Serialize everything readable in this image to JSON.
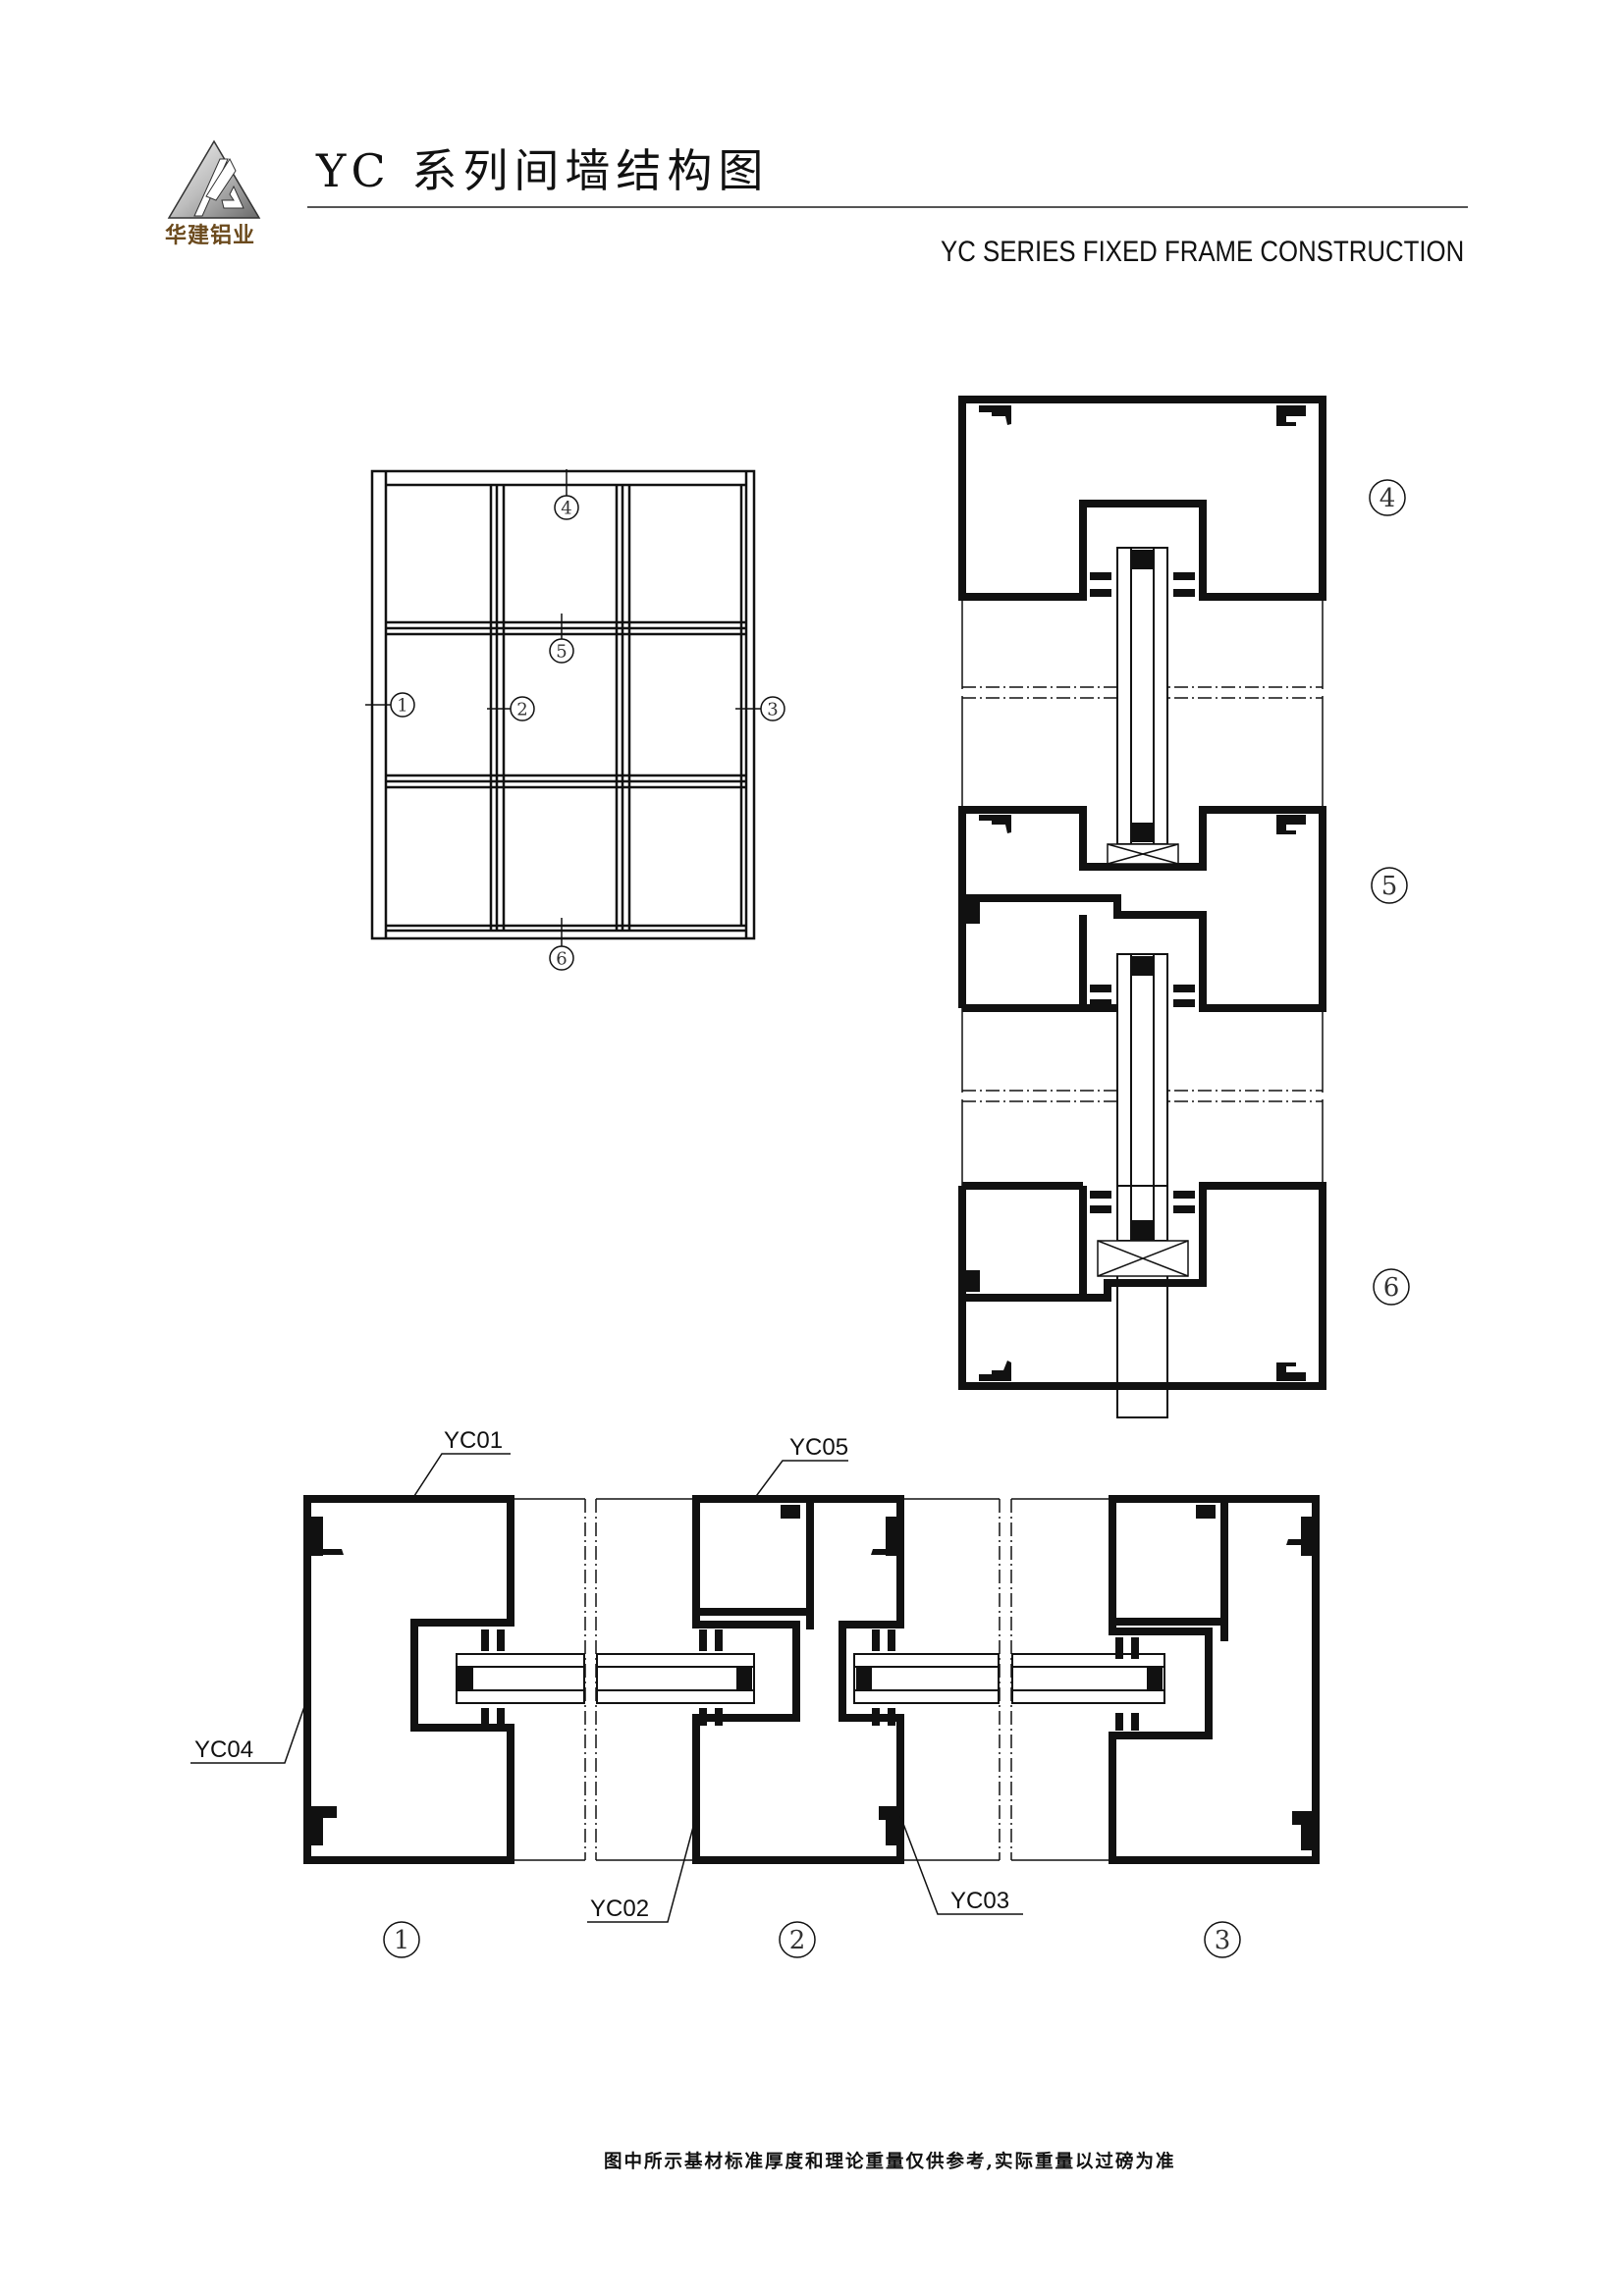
{
  "header": {
    "title": "YC 系列间墙结构图",
    "subtitle": "YC SERIES FIXED FRAME CONSTRUCTION",
    "logo": {
      "icon": "hj-triangle-logo-icon",
      "text": "华建铝业",
      "text_color": "#6b4a1d"
    }
  },
  "elevation": {
    "grid": {
      "columns": 3,
      "rows": 3
    },
    "markers": [
      {
        "id": "1",
        "label": "1"
      },
      {
        "id": "2",
        "label": "2"
      },
      {
        "id": "3",
        "label": "3"
      },
      {
        "id": "4",
        "label": "4"
      },
      {
        "id": "5",
        "label": "5"
      },
      {
        "id": "6",
        "label": "6"
      }
    ]
  },
  "vertical_section": {
    "markers": [
      "4",
      "5",
      "6"
    ]
  },
  "horizontal_section": {
    "markers": [
      "1",
      "2",
      "3"
    ],
    "profile_labels": {
      "yc01": "YC01",
      "yc02": "YC02",
      "yc03": "YC03",
      "yc04": "YC04",
      "yc05": "YC05"
    }
  },
  "footer": {
    "note": "图中所示基材标准厚度和理论重量仅供参考,实际重量以过磅为准"
  },
  "colors": {
    "line": "#111111",
    "rule": "#555555",
    "logo_brown": "#6b4a1d"
  }
}
